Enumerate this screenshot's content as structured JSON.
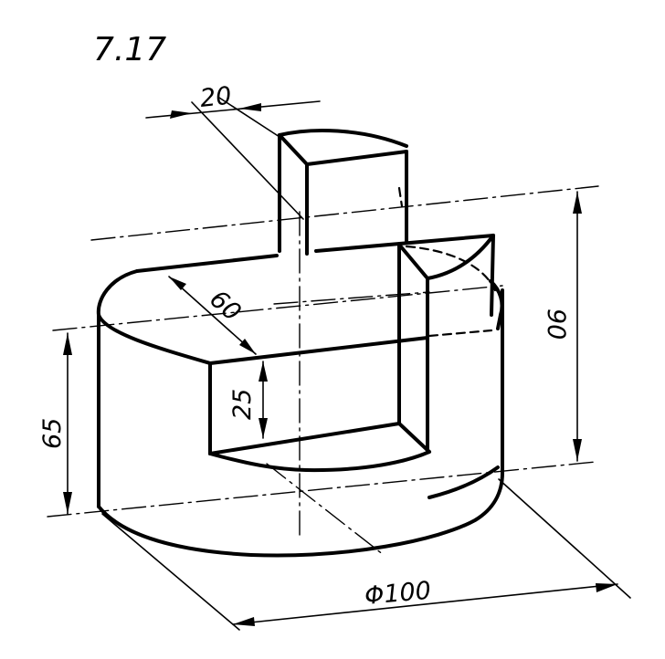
{
  "figure_number": "7.17",
  "dimensions": {
    "stem_width": "20",
    "slot_length": "60",
    "slot_depth": "25",
    "total_height": "90",
    "cylinder_height": "65",
    "diameter": "Φ100"
  }
}
